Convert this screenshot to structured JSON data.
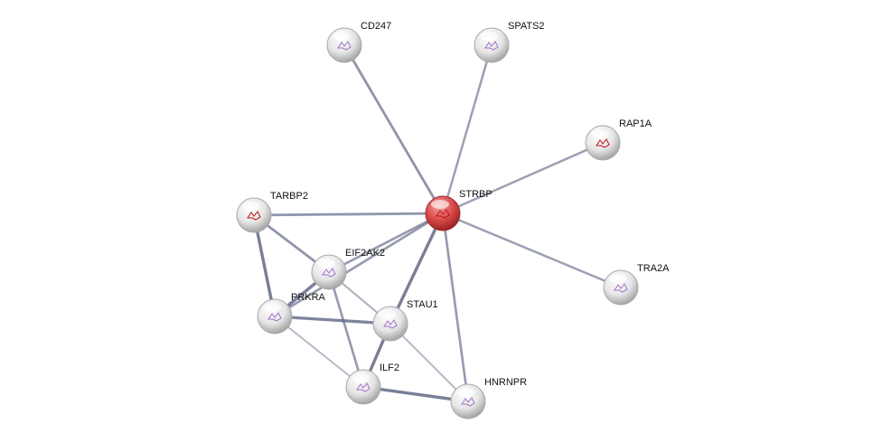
{
  "network": {
    "query_color": "#d43a3a",
    "node_color": "#e8e8e8",
    "edge_color": "#5a6180",
    "nodes": [
      {
        "id": "STRBP",
        "label": "STRBP",
        "query": true
      },
      {
        "id": "CD247",
        "label": "CD247"
      },
      {
        "id": "SPATS2",
        "label": "SPATS2"
      },
      {
        "id": "RAP1A",
        "label": "RAP1A"
      },
      {
        "id": "TARBP2",
        "label": "TARBP2"
      },
      {
        "id": "EIF2AK2",
        "label": "EIF2AK2"
      },
      {
        "id": "TRA2A",
        "label": "TRA2A"
      },
      {
        "id": "PRKRA",
        "label": "PRKRA"
      },
      {
        "id": "STAU1",
        "label": "STAU1"
      },
      {
        "id": "ILF2",
        "label": "ILF2"
      },
      {
        "id": "HNRNPR",
        "label": "HNRNPR"
      }
    ],
    "edges": [
      {
        "source": "STRBP",
        "target": "CD247",
        "score": 0.6
      },
      {
        "source": "STRBP",
        "target": "SPATS2",
        "score": 0.5
      },
      {
        "source": "STRBP",
        "target": "RAP1A",
        "score": 0.5
      },
      {
        "source": "STRBP",
        "target": "TRA2A",
        "score": 0.5
      },
      {
        "source": "STRBP",
        "target": "TARBP2",
        "score": 0.6
      },
      {
        "source": "STRBP",
        "target": "EIF2AK2",
        "score": 0.55
      },
      {
        "source": "STRBP",
        "target": "PRKRA",
        "score": 0.55
      },
      {
        "source": "STRBP",
        "target": "STAU1",
        "score": 0.8
      },
      {
        "source": "STRBP",
        "target": "HNRNPR",
        "score": 0.55
      },
      {
        "source": "TARBP2",
        "target": "EIF2AK2",
        "score": 0.6
      },
      {
        "source": "TARBP2",
        "target": "PRKRA",
        "score": 0.8
      },
      {
        "source": "EIF2AK2",
        "target": "PRKRA",
        "score": 0.8
      },
      {
        "source": "EIF2AK2",
        "target": "STAU1",
        "score": 0.35
      },
      {
        "source": "EIF2AK2",
        "target": "ILF2",
        "score": 0.55
      },
      {
        "source": "PRKRA",
        "target": "STAU1",
        "score": 0.75
      },
      {
        "source": "PRKRA",
        "target": "ILF2",
        "score": 0.3
      },
      {
        "source": "STAU1",
        "target": "ILF2",
        "score": 0.8
      },
      {
        "source": "STAU1",
        "target": "HNRNPR",
        "score": 0.3
      },
      {
        "source": "ILF2",
        "target": "HNRNPR",
        "score": 0.8
      }
    ]
  }
}
